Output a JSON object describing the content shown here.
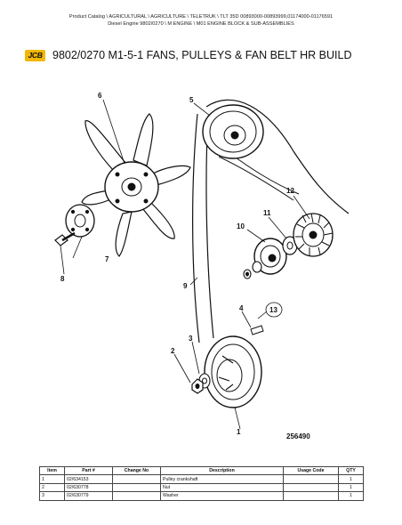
{
  "breadcrumb": {
    "line1": "Product Catalog  \\  AGRICULTURAL  \\  AGRICULTURE  \\  TELETRUK  \\  TLT 35D 00893000-00893999,01174000-01176591",
    "line2": "Diesel Engine 9802/0270  \\  M ENGINE  \\  M01 ENGINE BLOCK & SUB-ASSEMBLIES"
  },
  "logo_text": "JCB",
  "page_title": "9802/0270 M1-5-1 FANS, PULLEYS & FAN BELT HR BUILD",
  "figure_number": "256490",
  "callouts": [
    "1",
    "2",
    "3",
    "4",
    "5",
    "6",
    "7",
    "8",
    "9",
    "10",
    "11",
    "12",
    "13"
  ],
  "table": {
    "headers": [
      "Item",
      "Part #",
      "Change No",
      "Description",
      "Usage Code",
      "QTY"
    ],
    "rows": [
      [
        "1",
        "02/634153",
        "",
        "Pulley crankshaft",
        "",
        "1"
      ],
      [
        "2",
        "02/630778",
        "",
        "Nut",
        "",
        "1"
      ],
      [
        "3",
        "02/630779",
        "",
        "Washer",
        "",
        "1"
      ]
    ]
  }
}
